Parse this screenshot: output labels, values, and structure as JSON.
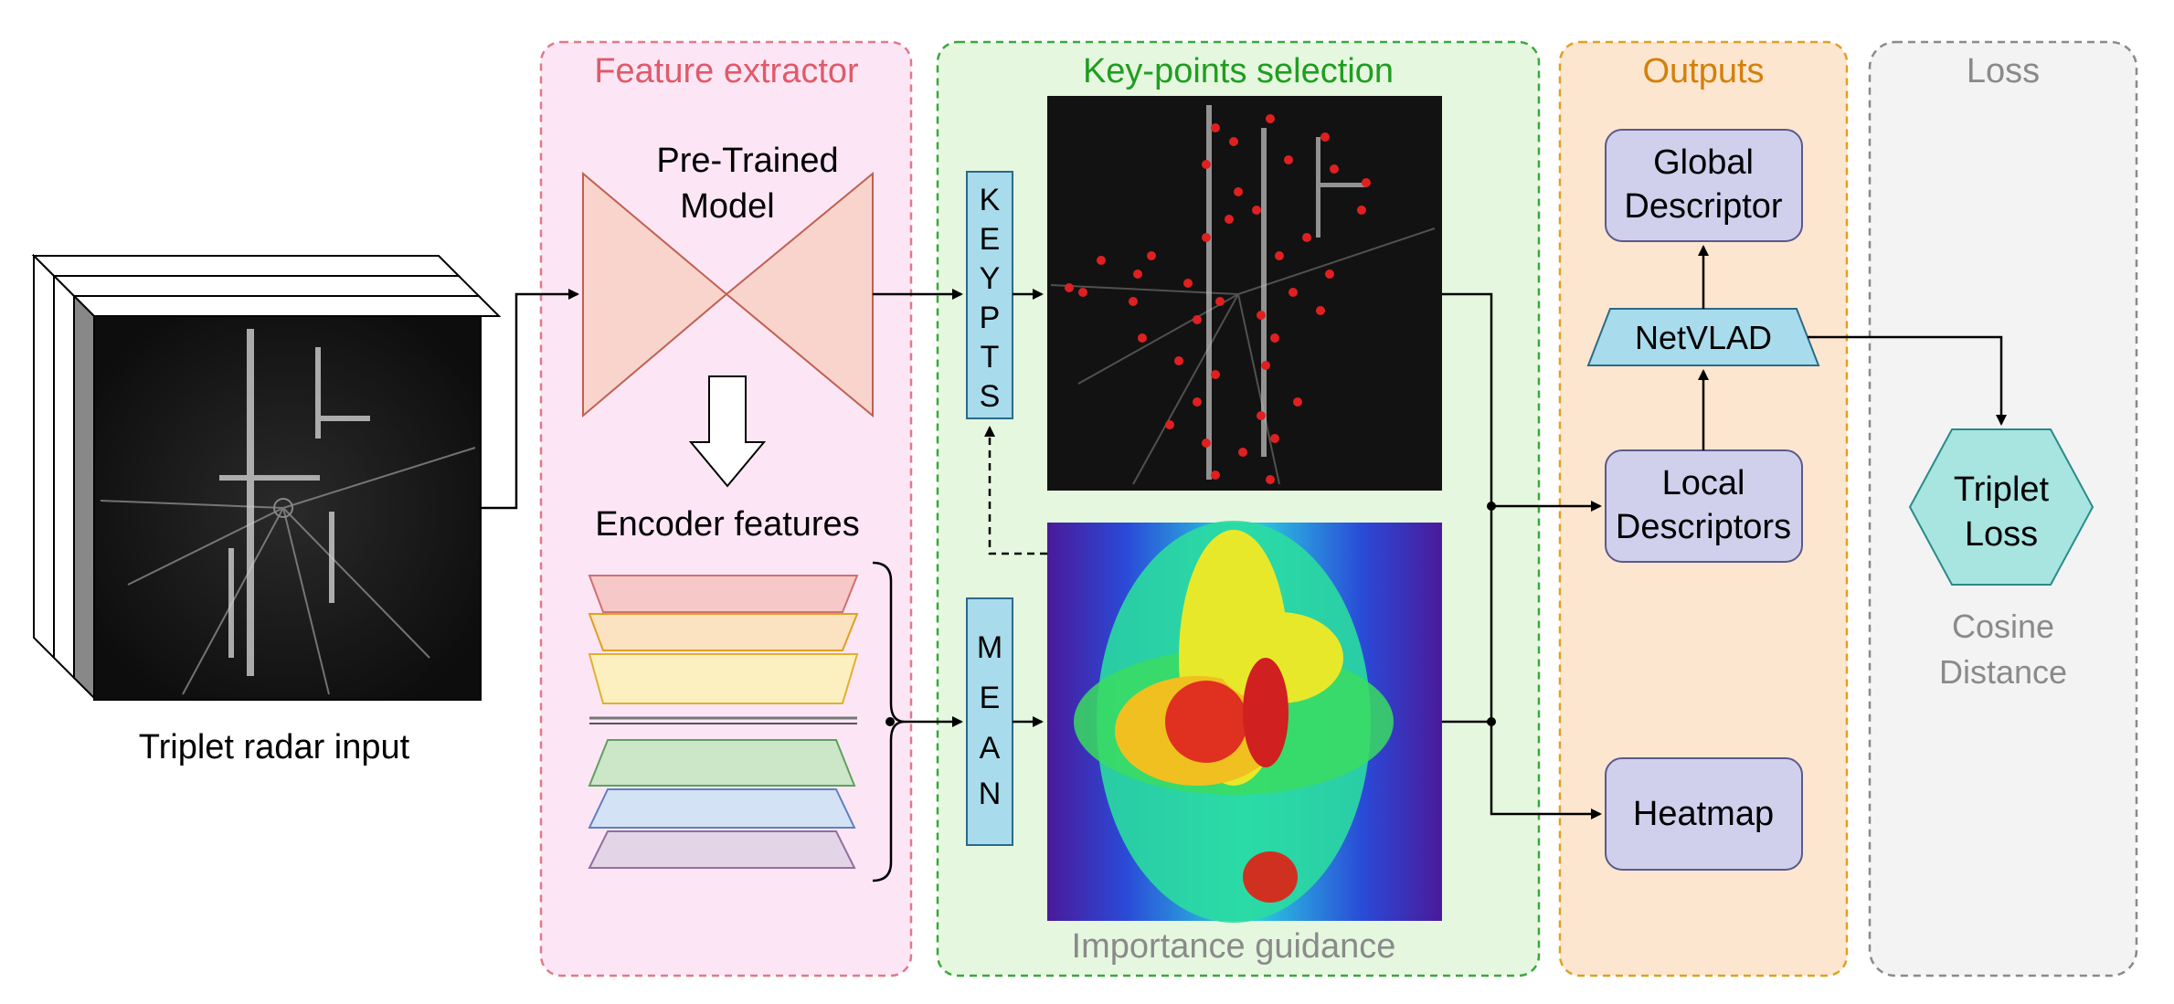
{
  "panels": {
    "feature_extractor": {
      "title": "Feature extractor",
      "color": "#e05a6a"
    },
    "keypoints_selection": {
      "title": "Key-points selection",
      "caption": "Importance guidance",
      "color": "#1f9e1f"
    },
    "outputs": {
      "title": "Outputs",
      "color": "#d4800a"
    },
    "loss": {
      "title": "Loss",
      "caption_line1": "Cosine",
      "caption_line2": "Distance",
      "color": "#8a8a8a"
    }
  },
  "input": {
    "caption": "Triplet radar input"
  },
  "model": {
    "line1": "Pre-Trained",
    "line2": "Model"
  },
  "encoder": {
    "label": "Encoder features"
  },
  "keypts_letters": [
    "K",
    "E",
    "Y",
    "P",
    "T",
    "S"
  ],
  "mean_letters": [
    "M",
    "E",
    "A",
    "N"
  ],
  "nodes": {
    "global_desc_line1": "Global",
    "global_desc_line2": "Descriptor",
    "netvlad": "NetVLAD",
    "local_desc_line1": "Local",
    "local_desc_line2": "Descriptors",
    "heatmap": "Heatmap",
    "triplet_loss_line1": "Triplet",
    "triplet_loss_line2": "Loss"
  }
}
